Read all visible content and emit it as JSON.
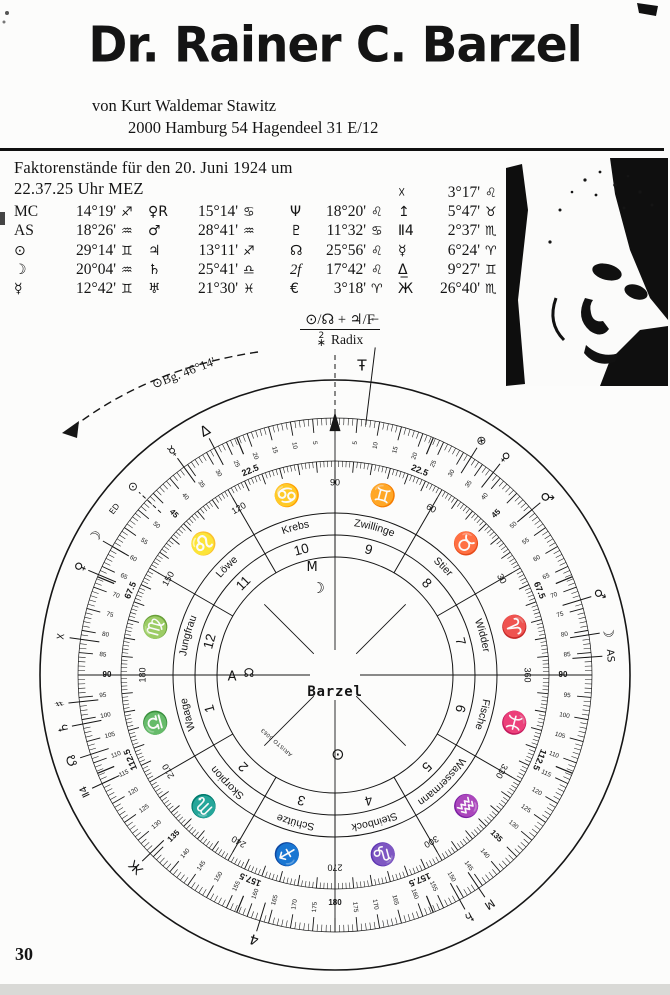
{
  "colors": {
    "ink": "#141414",
    "paper": "#fcfcfb",
    "bottom_strip": "#d9d9d6"
  },
  "header": {
    "title": "Dr. Rainer C. Barzel",
    "byline_prefix": "von",
    "byline_name": "Kurt Waldemar Stawitz",
    "byline_address": "2000 Hamburg 54  Hagendeel 31 E/12"
  },
  "factors": {
    "heading_line1": "Faktorenstände für den 20. Juni 1924 um",
    "heading_line2": "22.37.25 Uhr MEZ",
    "columns": [
      {
        "rows": [
          {
            "id": "mc",
            "label": "MC",
            "value": "14°19'",
            "sign": "♐"
          },
          {
            "id": "as",
            "label": "AS",
            "value": "18°26'",
            "sign": "♒"
          },
          {
            "id": "sun",
            "label": "⊙",
            "value": "29°14'",
            "sign": "♊"
          },
          {
            "id": "moon",
            "label": "☽",
            "value": "20°04'",
            "sign": "♒"
          },
          {
            "id": "mercury",
            "label": "☿",
            "value": "12°42'",
            "sign": "♊"
          }
        ]
      },
      {
        "rows": [
          {
            "id": "venus-retrograde",
            "label": "♀R",
            "value": "15°14'",
            "sign": "♋"
          },
          {
            "id": "mars",
            "label": "♂",
            "value": "28°41'",
            "sign": "♒"
          },
          {
            "id": "jupiter",
            "label": "♃",
            "value": "13°11'",
            "sign": "♐"
          },
          {
            "id": "saturn",
            "label": "♄",
            "value": "25°41'",
            "sign": "♎"
          },
          {
            "id": "uranus",
            "label": "♅",
            "value": "21°30'",
            "sign": "♓"
          }
        ]
      },
      {
        "rows": [
          {
            "id": "neptune",
            "label": "Ψ",
            "value": "18°20'",
            "sign": "♌"
          },
          {
            "id": "pluto",
            "label": "♇",
            "value": "11°32'",
            "sign": "♋"
          },
          {
            "id": "node",
            "label": "☊",
            "value": "25°56'",
            "sign": "♌"
          },
          {
            "id": "cupido",
            "label": "2f",
            "value": "17°42'",
            "sign": "♌"
          },
          {
            "id": "hades",
            "label": "€",
            "value": "3°18'",
            "sign": "♈"
          }
        ]
      },
      {
        "rows": [
          {
            "id": "zeus",
            "label": "☓",
            "value": "3°17'",
            "sign": "♌"
          },
          {
            "id": "kronos",
            "label": "↥",
            "value": "5°47'",
            "sign": "♉"
          },
          {
            "id": "apollon",
            "label": "Ⅱ4",
            "value": "2°37'",
            "sign": "♏"
          },
          {
            "id": "admetos",
            "label": "☿",
            "value": "6°24'",
            "sign": "♈"
          },
          {
            "id": "vulkanus",
            "label": "Δ̲",
            "value": "9°27'",
            "sign": "♊"
          },
          {
            "id": "poseidon",
            "label": "Ж",
            "value": "26°40'",
            "sign": "♏"
          }
        ]
      }
    ]
  },
  "annotations": {
    "radix": {
      "formula": "⊙/☊ + ♃/F̶",
      "glyph_top": "2",
      "glyph_bottom": "∗",
      "label": "Radix"
    },
    "solar_arc": {
      "text": "⊙Bg. 46°14'"
    },
    "kronos_glyph": "Ŧ"
  },
  "wheel": {
    "center_label": "Barzel",
    "disc_imprint": "ARISTO 6063",
    "signs": [
      {
        "name": "Widder",
        "glyph": "♈",
        "house": "7"
      },
      {
        "name": "Stier",
        "glyph": "♉",
        "house": "8"
      },
      {
        "name": "Zwillinge",
        "glyph": "♊",
        "house": "9"
      },
      {
        "name": "Krebs",
        "glyph": "♋",
        "house": "10"
      },
      {
        "name": "Löwe",
        "glyph": "♌",
        "house": "11"
      },
      {
        "name": "Jungfrau",
        "glyph": "♍",
        "house": "12"
      },
      {
        "name": "Waage",
        "glyph": "♎",
        "house": "1"
      },
      {
        "name": "Skorpion",
        "glyph": "♏",
        "house": "2"
      },
      {
        "name": "Schütze",
        "glyph": "♐",
        "house": "3"
      },
      {
        "name": "Steinbock",
        "glyph": "♑",
        "house": "4"
      },
      {
        "name": "Wassermann",
        "glyph": "♒",
        "house": "5"
      },
      {
        "name": "Fische",
        "glyph": "♓",
        "house": "6"
      }
    ],
    "zodiac_labels": [
      {
        "deg": 30,
        "text": "30"
      },
      {
        "deg": 60,
        "text": "60"
      },
      {
        "deg": 90,
        "text": "90"
      },
      {
        "deg": 120,
        "text": "120"
      },
      {
        "deg": 150,
        "text": "150"
      },
      {
        "deg": 180,
        "text": "180"
      },
      {
        "deg": 210,
        "text": "210"
      },
      {
        "deg": 240,
        "text": "240"
      },
      {
        "deg": 270,
        "text": "270"
      },
      {
        "deg": 300,
        "text": "300"
      },
      {
        "deg": 330,
        "text": "330"
      },
      {
        "deg": 360,
        "text": "360"
      }
    ],
    "dial": {
      "step": 5,
      "max": 180,
      "special": [
        22.5,
        67.5,
        112.5,
        157.5
      ]
    },
    "center_marks": [
      {
        "id": "meridian-m",
        "t": "M",
        "a": -12,
        "r": 110,
        "fs": 13
      },
      {
        "id": "moon-center",
        "t": "☽",
        "a": -11,
        "r": 88,
        "fs": 15
      },
      {
        "id": "ascendant-a",
        "t": "A",
        "a": -91,
        "r": 103,
        "fs": 13
      },
      {
        "id": "node-center",
        "t": "☊",
        "a": -89,
        "r": 86,
        "fs": 12
      },
      {
        "id": "sun-center",
        "t": "⊙",
        "a": 178,
        "r": 80,
        "fs": 16
      }
    ],
    "rim_marks": [
      {
        "id": "zeus-mark",
        "a": -28,
        "g": "Δ",
        "fs": 14,
        "line": 1
      },
      {
        "id": "mercury-mark",
        "a": -36,
        "g": "☿",
        "fs": 13,
        "line": 1
      },
      {
        "id": "ed-note",
        "a": -53,
        "g": "ED",
        "fs": 8,
        "line": 0
      },
      {
        "id": "sun-mark",
        "a": -47,
        "g": "⊙",
        "fs": 12,
        "line": 1,
        "dash": 1
      },
      {
        "id": "moon-mark",
        "a": -60,
        "g": "☽",
        "fs": 14,
        "line": 1
      },
      {
        "id": "venus-mark",
        "a": -67,
        "g": "♀",
        "fs": 13,
        "line": 1
      },
      {
        "id": "cross-arrow-mark",
        "a": -82,
        "g": "☓",
        "fs": 13,
        "line": 1
      },
      {
        "id": "vulkanus-mark",
        "a": -96,
        "g": "♯",
        "fs": 13,
        "line": 1
      },
      {
        "id": "saturn-mark",
        "a": -101,
        "g": "♄",
        "fs": 13,
        "line": 1
      },
      {
        "id": "node-mark",
        "a": -108,
        "g": "☊",
        "fs": 13,
        "line": 1
      },
      {
        "id": "apollon-mark",
        "a": -115,
        "g": "Ⅱ4",
        "fs": 10,
        "line": 1
      },
      {
        "id": "poseidon-mark",
        "a": -134,
        "g": "Ж",
        "fs": 13,
        "line": 1
      },
      {
        "id": "jupiter-mark",
        "a": -163,
        "g": "4",
        "fs": 14,
        "line": 1
      },
      {
        "id": "fortune-mark",
        "a": 32,
        "g": "⊗",
        "fs": 12,
        "line": 1
      },
      {
        "id": "cupido-mark",
        "a": 38,
        "g": "♀",
        "fs": 12,
        "line": 1
      },
      {
        "id": "mars-mark",
        "a": 50,
        "g": "♂",
        "fs": 14,
        "line": 1
      },
      {
        "id": "mars2-mark",
        "a": 73,
        "g": "♂",
        "fs": 13,
        "line": 1
      },
      {
        "id": "moon2-mark",
        "a": 81,
        "g": "☽",
        "fs": 14,
        "line": 1
      },
      {
        "id": "as-mark",
        "a": 86,
        "g": "AS",
        "fs": 10,
        "line": 1
      },
      {
        "id": "mc-mark",
        "a": 146,
        "g": "M",
        "fs": 11,
        "line": 1
      },
      {
        "id": "saturn2-mark",
        "a": 151,
        "g": "♄",
        "fs": 13,
        "line": 1
      }
    ]
  },
  "page": {
    "number": "30"
  }
}
